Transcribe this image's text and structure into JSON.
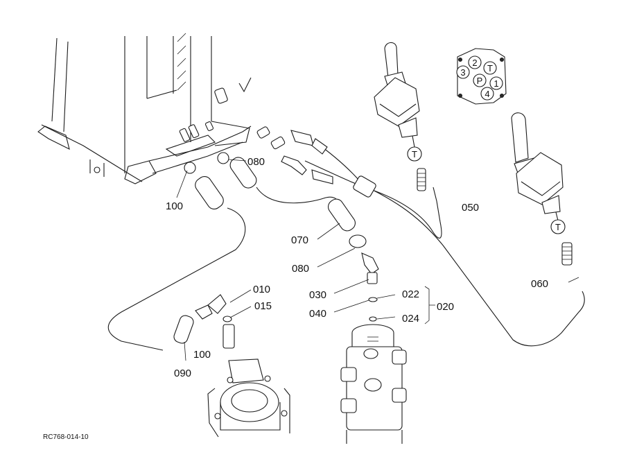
{
  "labels": {
    "p010": "010",
    "p015": "015",
    "p020": "020",
    "p022": "022",
    "p024": "024",
    "p030": "030",
    "p040": "040",
    "p050": "050",
    "p060": "060",
    "p070": "070",
    "p080_top": "080",
    "p080_mid": "080",
    "p090": "090",
    "p100_left": "100",
    "p100_bottom": "100"
  },
  "callouts": {
    "t_left": "T",
    "t_right": "T"
  },
  "port_pattern": {
    "p1": "1",
    "p2": "2",
    "p3": "3",
    "p4": "4",
    "pP": "P",
    "pT": "T"
  },
  "figure_code": "RC768-014-10"
}
